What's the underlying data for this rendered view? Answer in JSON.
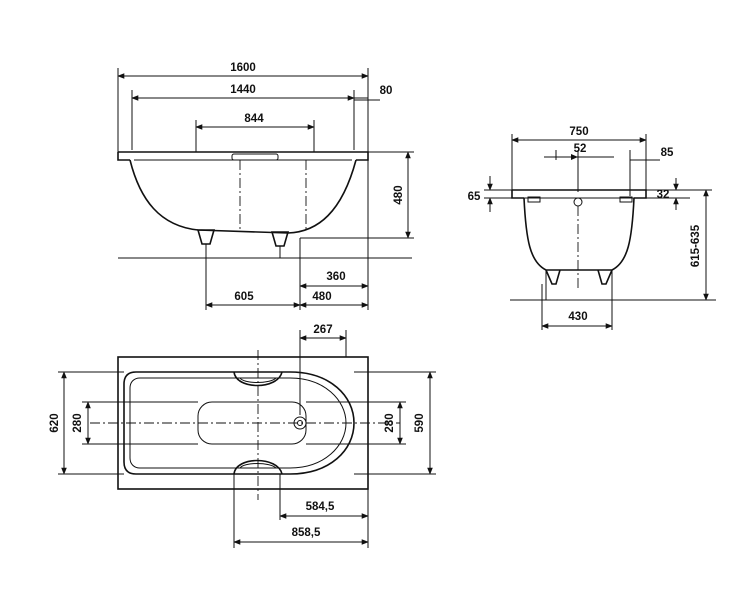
{
  "side_view": {
    "overall_length": "1600",
    "inner_length": "1440",
    "rim_width": "80",
    "handle_span": "844",
    "depth": "480",
    "foot_offset": "360",
    "foot_left": "605",
    "foot_right": "480"
  },
  "end_view": {
    "width": "750",
    "drain_offset": "52",
    "rim": "85",
    "edge_left": "65",
    "edge_right": "32",
    "height_range": "615-635",
    "feet_width": "430"
  },
  "plan_view": {
    "handle_width": "267",
    "outer_width": "620",
    "inner_left": "280",
    "inner_right": "280",
    "basin_width": "590",
    "drain_distance": "584,5",
    "handle_distance": "858,5"
  }
}
